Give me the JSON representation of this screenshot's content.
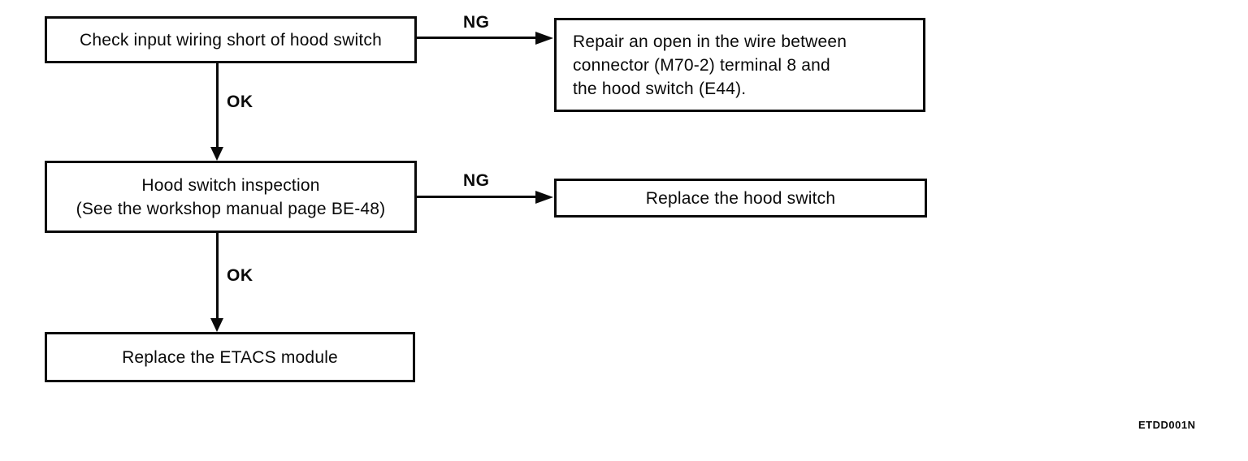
{
  "flowchart": {
    "step_check_wiring": {
      "label": "Check input wiring short of hood switch"
    },
    "action_repair_wire": {
      "line1": "Repair an open in the wire between",
      "line2": "connector (M70-2) terminal 8 and",
      "line3": "the hood switch (E44)."
    },
    "step_hood_switch_inspection": {
      "line1": "Hood switch inspection",
      "line2": "(See the workshop manual page BE-48)"
    },
    "action_replace_hood_switch": {
      "label": "Replace the hood switch"
    },
    "action_replace_etacs": {
      "label": "Replace the ETACS module"
    },
    "connectors": {
      "ng1": "NG",
      "ok1": "OK",
      "ng2": "NG",
      "ok2": "OK"
    },
    "figure_code": "ETDD001N"
  }
}
